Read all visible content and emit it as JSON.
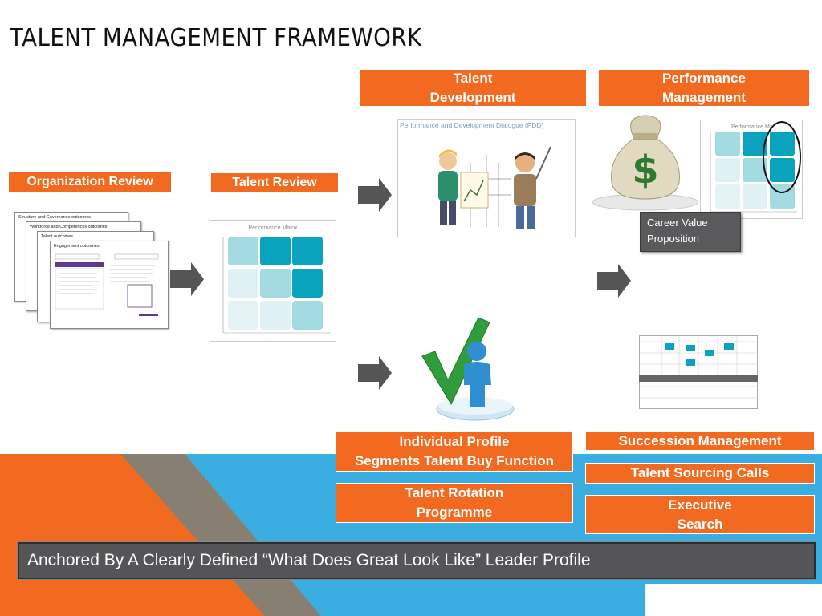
{
  "title": "TALENT MANAGEMENT FRAMEWORK",
  "boxes": {
    "talent_development": [
      "Talent",
      "Development"
    ],
    "performance_management": [
      "Performance",
      "Management"
    ],
    "organization_review": "Organization Review",
    "talent_review": "Talent Review",
    "individual_profile": [
      "Individual Profile",
      "Segments Talent Buy Function"
    ],
    "talent_rotation": [
      "Talent Rotation",
      "Programme"
    ],
    "succession_management": "Succession Management",
    "talent_sourcing": "Talent Sourcing Calls",
    "executive_search": [
      "Executive",
      "Search"
    ]
  },
  "career_value": [
    "Career Value",
    "Proposition"
  ],
  "pdd_title": "Performance and Development Dialogue (PDD)",
  "matrix_title": "Performance Matrix",
  "matrix_small_title": "Performance Ma",
  "docs": [
    "Structure and Governance outcomes",
    "Workforce and Competences outcomes",
    "Talent outcomes",
    "Engagement outcomes"
  ],
  "banner": "Anchored By A Clearly Defined “What Does Great Look Like” Leader Profile",
  "colors": {
    "orange": "#f26a20",
    "blue": "#3aaee0",
    "teal": "#0aa3bd",
    "gray": "#5a5a5c"
  },
  "icons": [
    "arrow-right-icon",
    "money-bag-icon",
    "checkmark-person-icon"
  ]
}
